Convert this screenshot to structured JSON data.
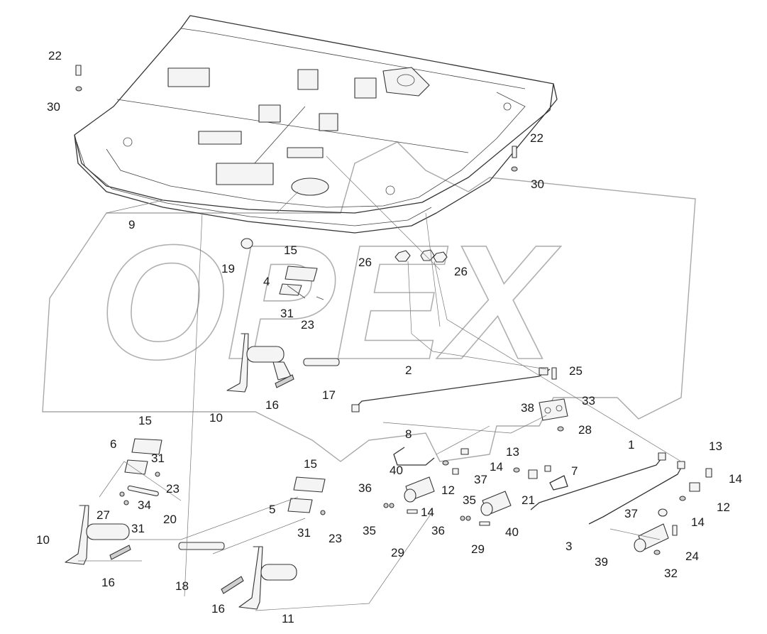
{
  "watermark": {
    "text": "OPEX"
  },
  "labels": {
    "l22a": "22",
    "l30a": "30",
    "l22b": "22",
    "l30b": "30",
    "l9": "9",
    "l19": "19",
    "l15a": "15",
    "l4": "4",
    "l31a": "31",
    "l23a": "23",
    "l26a": "26",
    "l26b": "26",
    "l2": "2",
    "l25": "25",
    "l17": "17",
    "l16a": "16",
    "l10a": "10",
    "l38": "38",
    "l33": "33",
    "l28": "28",
    "l8": "8",
    "l13a": "13",
    "l1": "1",
    "l13b": "13",
    "l14a": "14",
    "l40a": "40",
    "l37a": "37",
    "l12a": "12",
    "l7": "7",
    "l21": "21",
    "l14b": "14",
    "l15b": "15",
    "l6": "6",
    "l31b": "31",
    "l23b": "23",
    "l34": "34",
    "l20": "20",
    "l27": "27",
    "l31c": "31",
    "l10b": "10",
    "l16b": "16",
    "l15c": "15",
    "l5": "5",
    "l31d": "31",
    "l23c": "23",
    "l36a": "36",
    "l35a": "35",
    "l14c": "14",
    "l29a": "29",
    "l35b": "35",
    "l36b": "36",
    "l40b": "40",
    "l29b": "29",
    "l37b": "37",
    "l14d": "14",
    "l12b": "12",
    "l3": "3",
    "l39": "39",
    "l24": "24",
    "l32": "32",
    "l18": "18",
    "l16c": "16",
    "l11": "11"
  }
}
